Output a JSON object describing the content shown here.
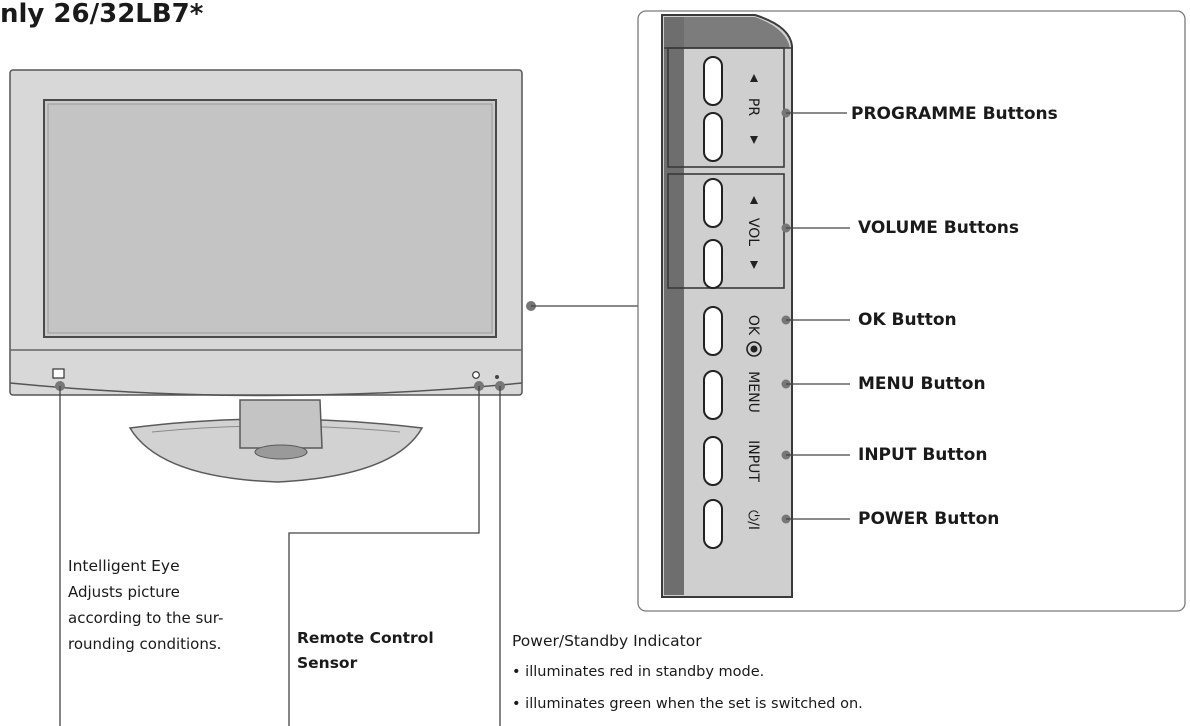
{
  "heading": "nly 26/32LB7*",
  "side_buttons": [
    {
      "key": "programme",
      "label": "PROGRAMME Buttons"
    },
    {
      "key": "volume",
      "label": "VOLUME Buttons"
    },
    {
      "key": "ok",
      "label": "OK Button"
    },
    {
      "key": "menu",
      "label": "MENU Button"
    },
    {
      "key": "input",
      "label": "INPUT Button"
    },
    {
      "key": "power",
      "label": "POWER Button"
    }
  ],
  "panel_labels": {
    "pr": "PR",
    "vol": "VOL",
    "ok": "OK",
    "menu": "MENU",
    "input": "INPUT",
    "power_symbol": "⏻/I"
  },
  "intelligent_eye": {
    "title": "Intelligent Eye",
    "lines": [
      "Adjusts picture",
      "according to the sur-",
      "rounding conditions."
    ]
  },
  "remote_sensor": {
    "lines": [
      "Remote Control",
      "Sensor"
    ]
  },
  "power_indicator": {
    "title": "Power/Standby Indicator",
    "bullets": [
      "• illuminates red in standby mode.",
      "• illuminates green when the set is switched on."
    ]
  },
  "colors": {
    "frame": "#d8d8d8",
    "screen": "#c9c9c9",
    "panel_dark": "#6e6e6e",
    "panel_light": "#cfcfcf",
    "button_bezel": "#b4b4b4",
    "line": "#444444"
  }
}
